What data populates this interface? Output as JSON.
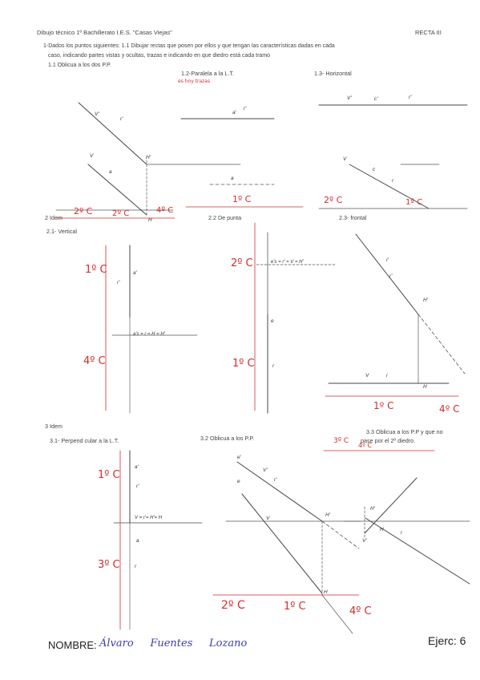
{
  "header": {
    "course": "Dibujo técnico 1º Bachillerato  I.E.S. \"Casas Viejas\"",
    "sheet": "RECTA III"
  },
  "instructions": {
    "line1": "1-Dados los puntos siguientes: 1.1  Dibujar rectas que posen por ellos y que tengan las características dadas en cada",
    "line2": "caso, indicando partes vistas y ocultas, trazas e indicando en que diedro está cada tramo",
    "line3": "1.1  Oblicua a los dos P.P."
  },
  "sections": {
    "s1_2": "1.2-Paralela a la L.T.",
    "s1_2_note": "es hoy trazas",
    "s1_3": "1.3- Horizontal",
    "s2": "2  Idem",
    "s2_1": "2.1- Vertical",
    "s2_2": "2.2  De punta",
    "s2_3": "2.3- frontal",
    "s3": "3  Idem",
    "s3_1": "3.1- Perpend cular a la L.T.",
    "s3_2": "3.2  Oblicua a los P.P.",
    "s3_3a": "3.3  Oblicua a los P.P y que no",
    "s3_3b": "pase por el 2º diedro."
  },
  "annotations": {
    "diedro_1": "1º C",
    "diedro_2": "2º C",
    "diedro_3": "3º C",
    "diedro_4": "4º C",
    "p_22": "e's = r' = V = H'",
    "p_21": "a's = r = H = H'",
    "p_31": "V = r'= H'= H",
    "v1": "V'",
    "v2": "V",
    "h1": "H'",
    "h2": "H",
    "r1": "r'",
    "r2": "r",
    "a1": "a'",
    "a2": "a",
    "e1": "e'",
    "e2": "e",
    "c1": "c'",
    "c2": "c",
    "i1": "i'",
    "i2": "i"
  },
  "footer": {
    "name_label": "NOMBRE:",
    "name_value": "Álvaro     Fuentes     Lozano",
    "exercise": "Ejerc: 6"
  }
}
